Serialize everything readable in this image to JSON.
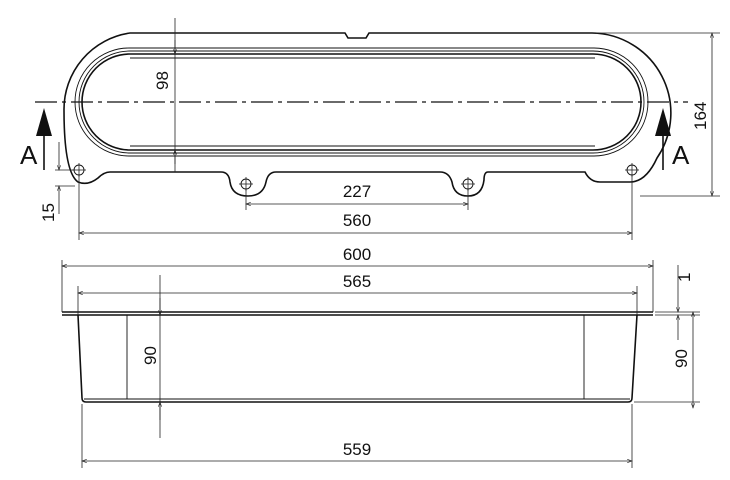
{
  "top_view": {
    "dim_width_inner": "98",
    "dim_height_total": "164",
    "dim_hole_offset": "15",
    "dim_hole_spacing": "227",
    "dim_hole_span": "560",
    "section_mark_left": "A",
    "section_mark_right": "A"
  },
  "side_view": {
    "dim_flange_width": "600",
    "dim_top_inner": "565",
    "dim_flange_thickness": "1",
    "dim_depth_right": "90",
    "dim_depth_inner": "90",
    "dim_bottom_width": "559"
  }
}
